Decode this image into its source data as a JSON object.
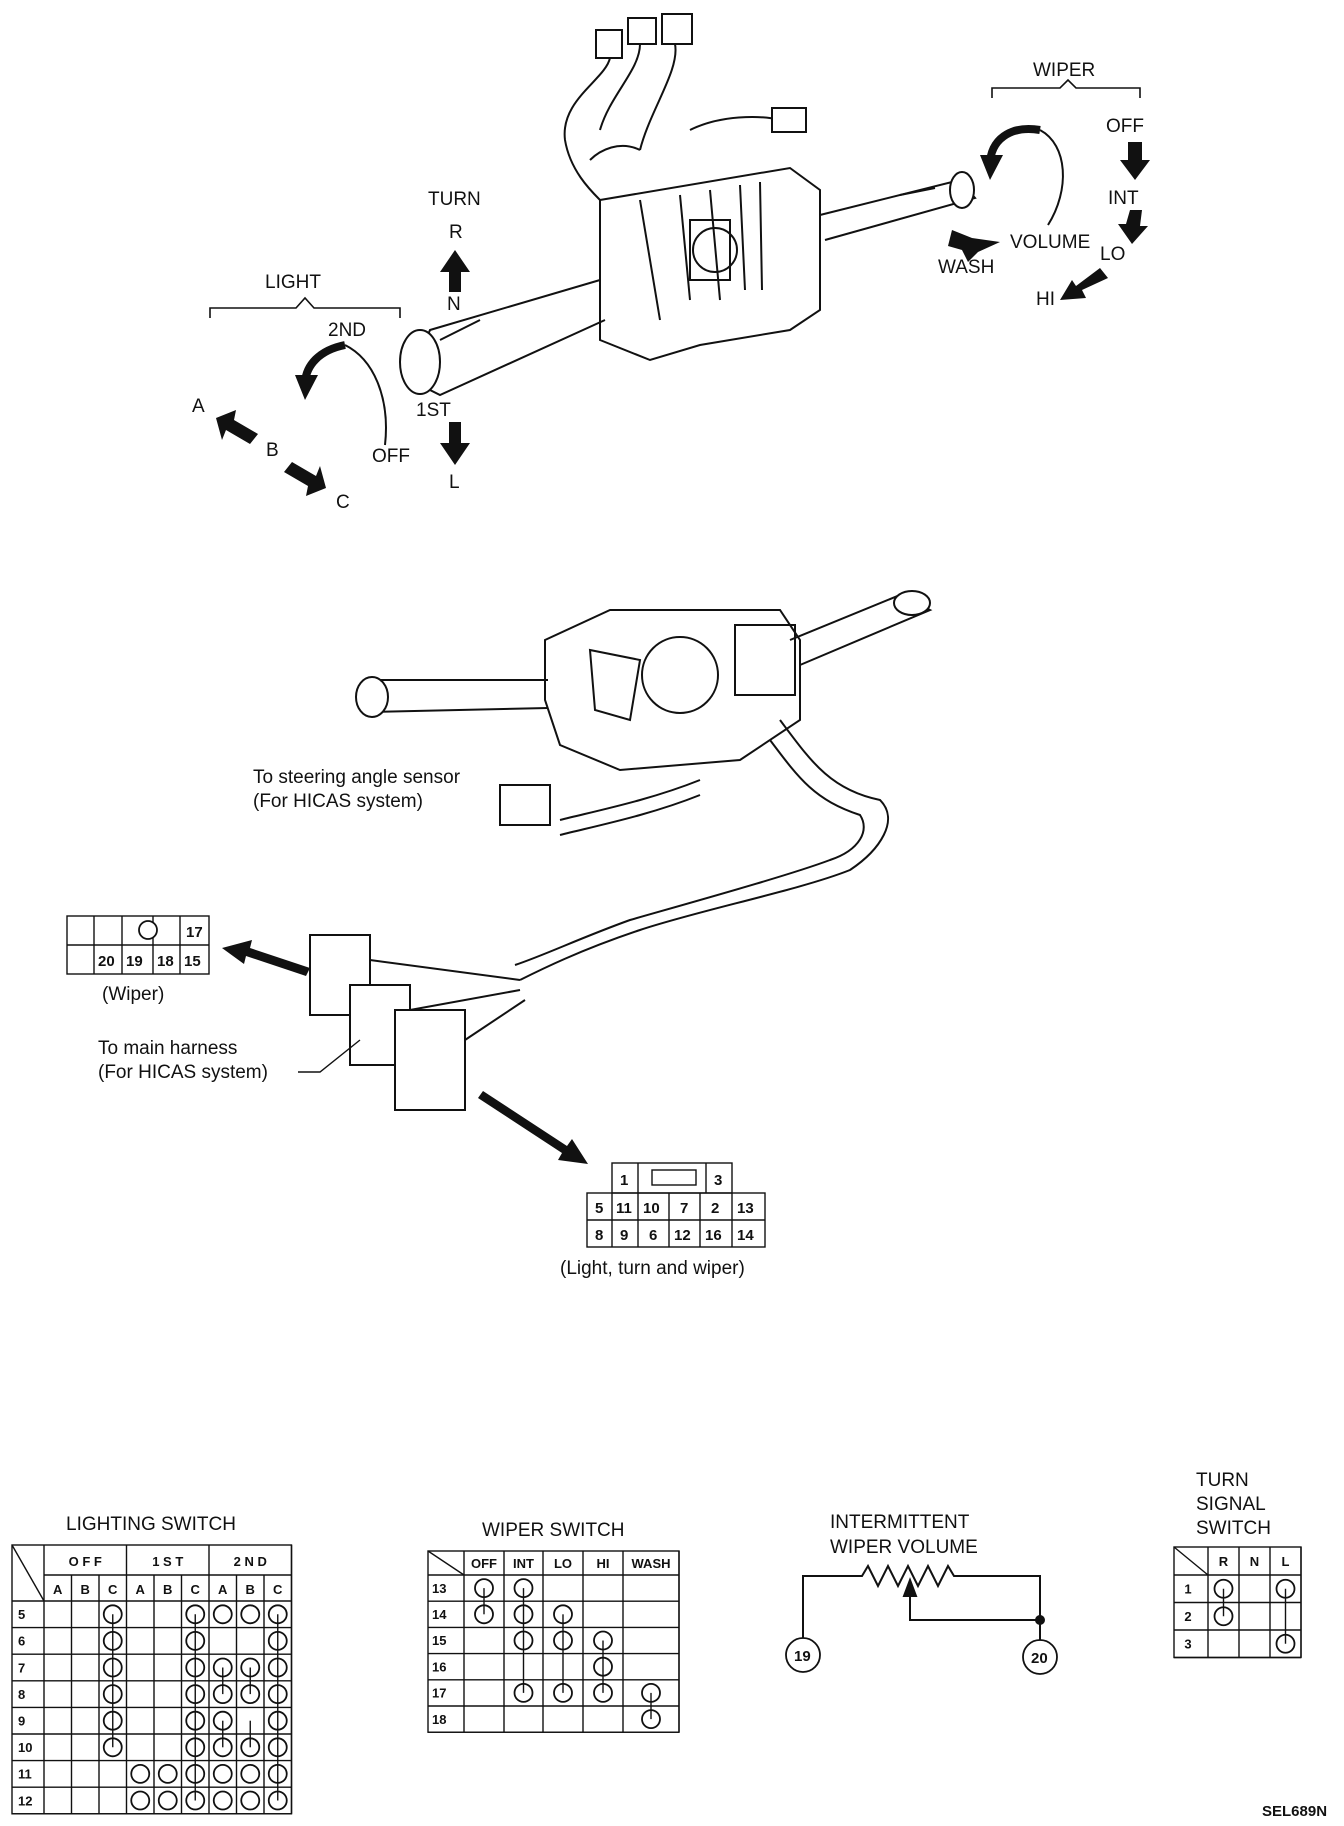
{
  "top_diagram": {
    "light_label": "LIGHT",
    "light_positions": [
      "2ND",
      "1ST",
      "OFF"
    ],
    "light_dir": [
      "A",
      "B",
      "C"
    ],
    "turn_label": "TURN",
    "turn_positions": [
      "R",
      "N",
      "L"
    ],
    "wiper_label": "WIPER",
    "wiper_positions": [
      "OFF",
      "INT",
      "LO",
      "HI"
    ],
    "volume_label": "VOLUME",
    "wash_label": "WASH"
  },
  "mid_diagram": {
    "steering_sensor_note": [
      "To steering angle sensor",
      "(For HICAS system)"
    ],
    "main_harness_note": [
      "To main harness",
      "(For HICAS system)"
    ],
    "wiper_connector": {
      "caption": "(Wiper)",
      "row1": [
        "",
        "",
        "○",
        "17"
      ],
      "row2": [
        "",
        "20",
        "19",
        "18",
        "15"
      ]
    },
    "light_connector": {
      "caption": "(Light, turn and wiper)",
      "row1": [
        "1",
        "",
        "3"
      ],
      "row2": [
        "5",
        "11",
        "10",
        "7",
        "2",
        "13"
      ],
      "row3": [
        "8",
        "9",
        "6",
        "12",
        "16",
        "14"
      ]
    }
  },
  "lighting_switch": {
    "title": "LIGHTING SWITCH",
    "groups": [
      "OFF",
      "1ST",
      "2ND"
    ],
    "subcols": [
      "A",
      "B",
      "C",
      "A",
      "B",
      "C",
      "A",
      "B",
      "C"
    ],
    "rows": [
      "5",
      "6",
      "7",
      "8",
      "9",
      "10",
      "11",
      "12"
    ]
  },
  "wiper_switch": {
    "title": "WIPER SWITCH",
    "cols": [
      "OFF",
      "INT",
      "LO",
      "HI",
      "WASH"
    ],
    "rows": [
      "13",
      "14",
      "15",
      "16",
      "17",
      "18"
    ]
  },
  "volume": {
    "title": [
      "INTERMITTENT",
      "WIPER VOLUME"
    ],
    "terminals": [
      "19",
      "20"
    ]
  },
  "turn_switch": {
    "title": [
      "TURN",
      "SIGNAL",
      "SWITCH"
    ],
    "cols": [
      "R",
      "N",
      "L"
    ],
    "rows": [
      "1",
      "2",
      "3"
    ]
  },
  "footer_code": "SEL689N"
}
